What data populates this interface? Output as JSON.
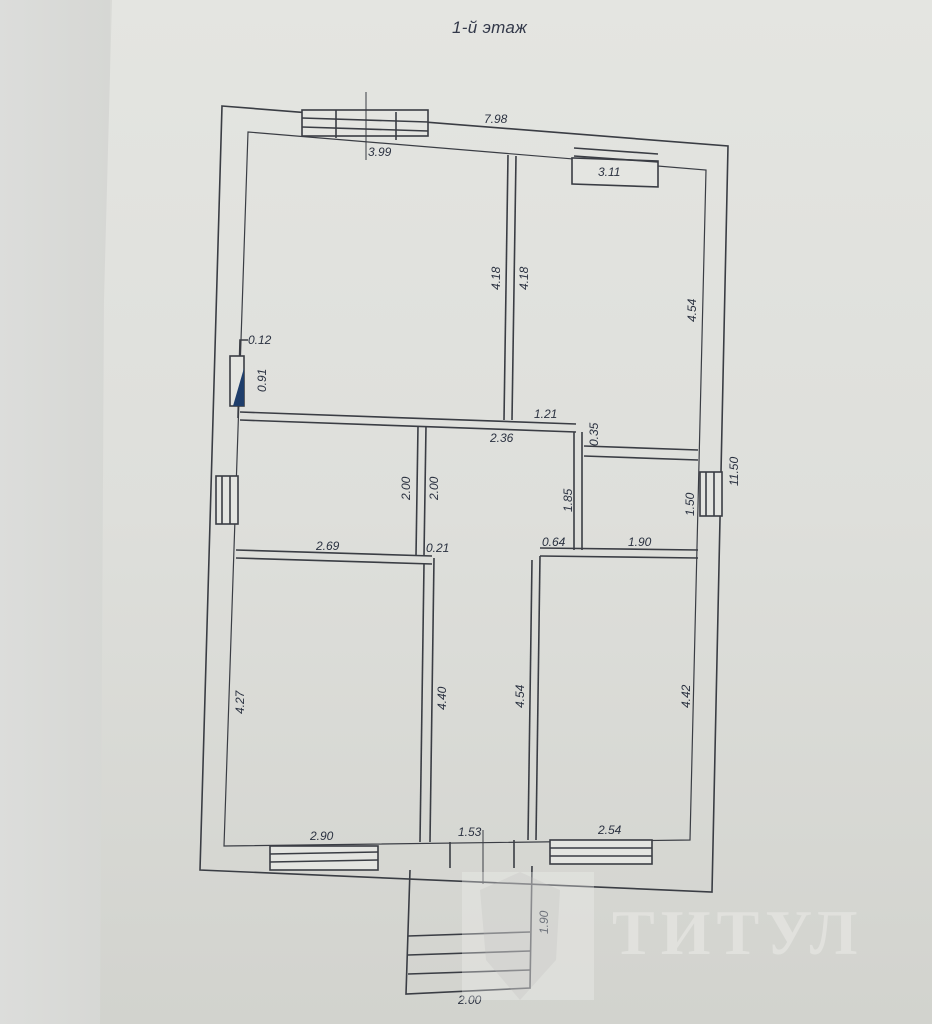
{
  "title": "1-й этаж",
  "watermark": {
    "text": "ТИТУЛ",
    "logo_icon": "house-shield-logo-icon"
  },
  "colors": {
    "paper": "#e2e3df",
    "lines": "#3a3d44",
    "text": "#2a3140",
    "stair_marker": "#1f3e6b"
  },
  "dimensions": {
    "overall_width": "7.98",
    "overall_length": "11.50",
    "top_left_room_width": "3.99",
    "top_right_room_width": "3.11",
    "top_left_room_length": "4.18",
    "top_right_room_length_left": "4.18",
    "top_right_room_length": "4.54",
    "wall_offset": "0.12",
    "entry_recess": "0.91",
    "corridor_upper": "1.21",
    "hall_width": "2.36",
    "step_offset": "0.35",
    "left_mid_room_height": "2.00",
    "hall_height_left": "2.00",
    "hall_height_right": "1.85",
    "small_room_height": "1.50",
    "left_mid_room_width": "2.69",
    "wall_gap_left": "0.21",
    "wall_gap_right": "0.64",
    "small_room_width": "1.90",
    "bottom_left_room_length": "4.27",
    "bottom_left_room_length_right": "4.40",
    "corridor_length": "4.54",
    "bottom_right_room_length": "4.42",
    "bottom_left_room_width": "2.90",
    "corridor_width": "1.53",
    "bottom_right_room_width": "2.54",
    "porch_length": "1.90",
    "porch_width": "2.00"
  }
}
